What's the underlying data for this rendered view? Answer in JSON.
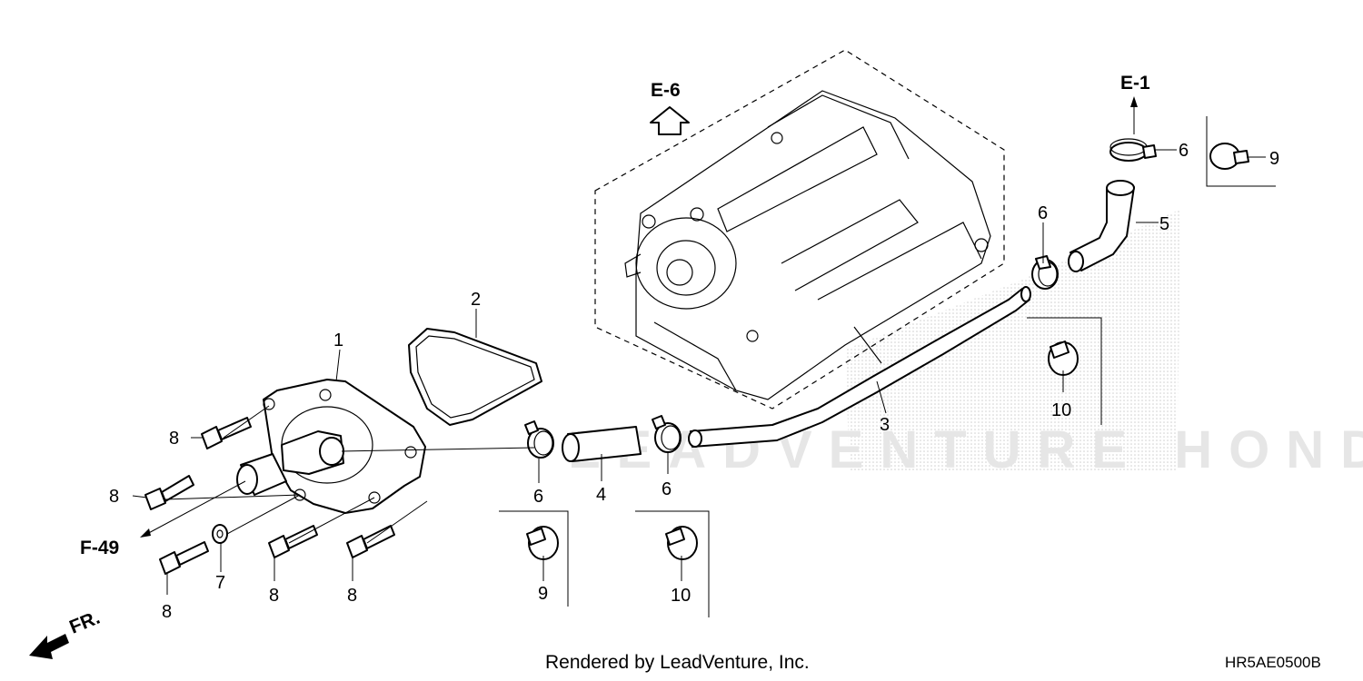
{
  "callouts": {
    "p1": "1",
    "p2": "2",
    "p3": "3",
    "p4": "4",
    "p5": "5",
    "p6a": "6",
    "p6b": "6",
    "p6c": "6",
    "p6d": "6",
    "p7": "7",
    "p8a": "8",
    "p8b": "8",
    "p8c": "8",
    "p8d": "8",
    "p8e": "8",
    "p9a": "9",
    "p9b": "9",
    "p10a": "10",
    "p10b": "10"
  },
  "references": {
    "e6": "E-6",
    "e1": "E-1",
    "f49": "F-49",
    "fr": "FR."
  },
  "watermark": "LEADVENTURE HONDA",
  "footer": {
    "credit": "Rendered by LeadVenture, Inc.",
    "diagram_code": "HR5AE0500B"
  },
  "colors": {
    "ink": "#000000",
    "watermark": "#d9d9d9"
  }
}
